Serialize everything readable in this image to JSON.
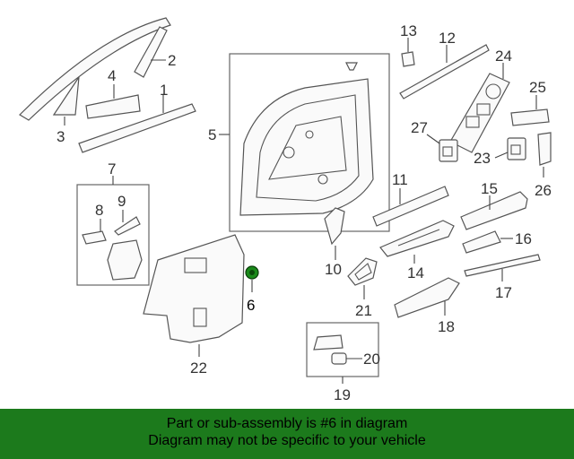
{
  "callouts": {
    "c1": "1",
    "c2": "2",
    "c3": "3",
    "c4": "4",
    "c5": "5",
    "c6": "6",
    "c7": "7",
    "c8": "8",
    "c9": "9",
    "c10": "10",
    "c11": "11",
    "c12": "12",
    "c13": "13",
    "c14": "14",
    "c15": "15",
    "c16": "16",
    "c17": "17",
    "c18": "18",
    "c19": "19",
    "c20": "20",
    "c21": "21",
    "c22": "22",
    "c23": "23",
    "c24": "24",
    "c25": "25",
    "c26": "26",
    "c27": "27"
  },
  "highlight_color": "#1a8a1a",
  "banner": {
    "line1": "Part or sub-assembly is #6 in diagram",
    "line2": "Diagram may not be specific to your vehicle",
    "background": "#1c7a1c"
  }
}
